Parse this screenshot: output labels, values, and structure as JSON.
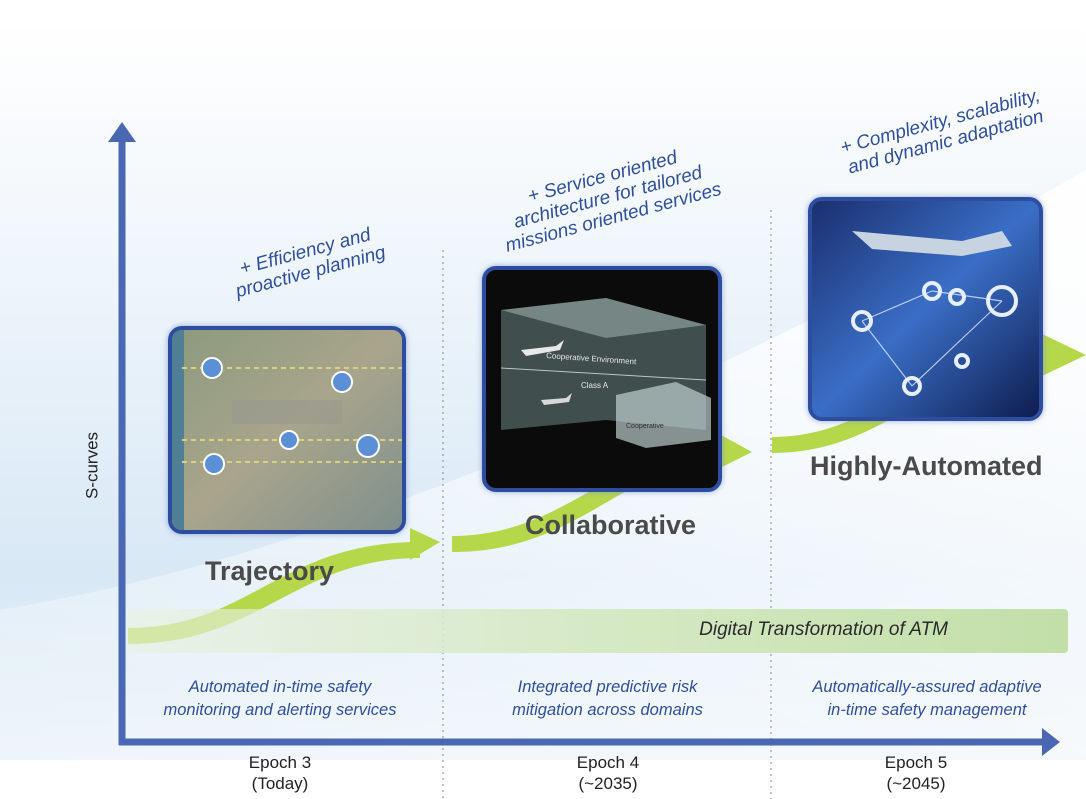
{
  "axis": {
    "y_label": "S-curves"
  },
  "epochs": [
    {
      "name": "Epoch 3",
      "when": "(Today)"
    },
    {
      "name": "Epoch 4",
      "when": "(~2035)"
    },
    {
      "name": "Epoch 5",
      "when": "(~2045)"
    }
  ],
  "stages": [
    {
      "title": "Trajectory",
      "annotation": [
        "+ Efficiency and",
        "proactive planning"
      ]
    },
    {
      "title": "Collaborative",
      "annotation": [
        "+ Service oriented",
        "architecture for tailored",
        "missions oriented services"
      ]
    },
    {
      "title": "Highly-Automated",
      "annotation": [
        "+ Complexity, scalability,",
        "and dynamic adaptation"
      ]
    }
  ],
  "panel_labels": {
    "coop_env": "Cooperative Environment",
    "class_a": "Class A",
    "cooperative": "Cooperative"
  },
  "band": {
    "label": "Digital Transformation of ATM"
  },
  "safety": [
    [
      "Automated in-time safety",
      "monitoring and alerting services"
    ],
    [
      "Integrated predictive risk",
      "mitigation across domains"
    ],
    [
      "Automatically-assured adaptive",
      "in-time safety management"
    ]
  ],
  "colors": {
    "axis": "#4a67b3",
    "curve": "#b5d74a",
    "text_blue": "#2f4f9a",
    "panel_border": "#2e4d9e"
  }
}
